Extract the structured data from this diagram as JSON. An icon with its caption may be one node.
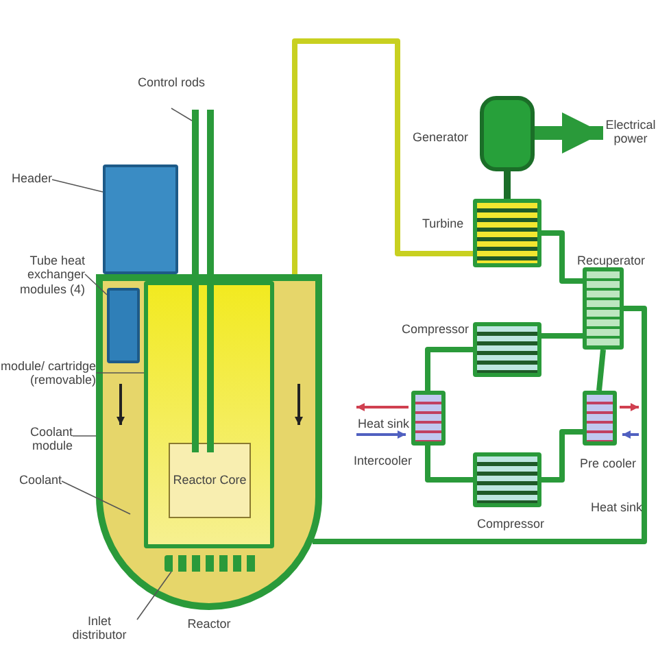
{
  "diagram": {
    "nodes": [
      {
        "text": [
          "Reactor"
        ]
      },
      {
        "text": [],
        "shape": "box",
        "in": 0
      },
      {
        "text": [
          "Reactor Core"
        ],
        "in": 1
      },
      {
        "text": [],
        "shape": "box",
        "in": 0
      },
      {
        "text": [],
        "shape": "box",
        "in": 0
      },
      {
        "text": [
          "Control rods"
        ]
      },
      {
        "text": [],
        "shape": "bar"
      },
      {
        "text": [
          "Header"
        ]
      },
      {
        "text": [],
        "shape": "box"
      },
      {
        "text": [
          "Tube heat exchanger modules (4)"
        ]
      },
      {
        "text": [
          "module/ cartridge (removable)"
        ]
      },
      {
        "text": [
          "Coolant module"
        ]
      },
      {
        "text": [
          "Coolant"
        ]
      },
      {
        "text": [
          "Inlet distributor"
        ]
      },
      {
        "text": [],
        "shape": "cylinder",
        "beside": [
          "Generator"
        ]
      },
      {
        "text": [
          "Electrical power"
        ]
      },
      {
        "text": [],
        "shape": "box",
        "beside": [
          "Turbine"
        ]
      },
      {
        "text": [],
        "shape": "box",
        "beside": [
          "Recuperator"
        ]
      },
      {
        "text": [],
        "shape": "box",
        "beside": [
          "Compressor"
        ]
      },
      {
        "text": [],
        "shape": "box",
        "beside": [
          "Intercooler",
          "Heat sink"
        ]
      },
      {
        "text": [],
        "shape": "box",
        "beside": [
          "Pre cooler",
          "Heat sink"
        ]
      },
      {
        "text": [],
        "shape": "box",
        "beside": [
          "Compressor"
        ]
      }
    ],
    "edges": [
      {
        "from": 5,
        "to": 6,
        "arrow": "none",
        "color": "#555555"
      },
      {
        "from": 7,
        "to": 8,
        "arrow": "none",
        "color": "#555555"
      },
      {
        "from": 9,
        "to": 3,
        "arrow": "none",
        "color": "#555555"
      },
      {
        "from": 10,
        "to": 1,
        "arrow": "none",
        "color": "#555555"
      },
      {
        "from": 11,
        "to": 0,
        "arrow": "none",
        "color": "#555555"
      },
      {
        "from": 12,
        "to": 0,
        "arrow": "none",
        "color": "#555555"
      },
      {
        "from": 13,
        "to": 4,
        "arrow": "none",
        "color": "#555555"
      },
      {
        "from": 14,
        "to": 15,
        "arrow": "to",
        "style": "thick"
      },
      {
        "from": 0,
        "to": 16,
        "arrow": "none",
        "color": "#c8d020"
      },
      {
        "from": 16,
        "to": 17,
        "arrow": "none"
      },
      {
        "from": 17,
        "to": 20,
        "arrow": "none"
      },
      {
        "from": 20,
        "to": 21,
        "arrow": "none"
      },
      {
        "from": 21,
        "to": 19,
        "arrow": "none"
      },
      {
        "from": 19,
        "to": 18,
        "arrow": "none"
      },
      {
        "from": 18,
        "to": 17,
        "arrow": "none"
      },
      {
        "from": 17,
        "to": 0,
        "arrow": "none"
      },
      {
        "from": 14,
        "to": 16,
        "arrow": "none",
        "color": "#1b6e28"
      }
    ]
  }
}
